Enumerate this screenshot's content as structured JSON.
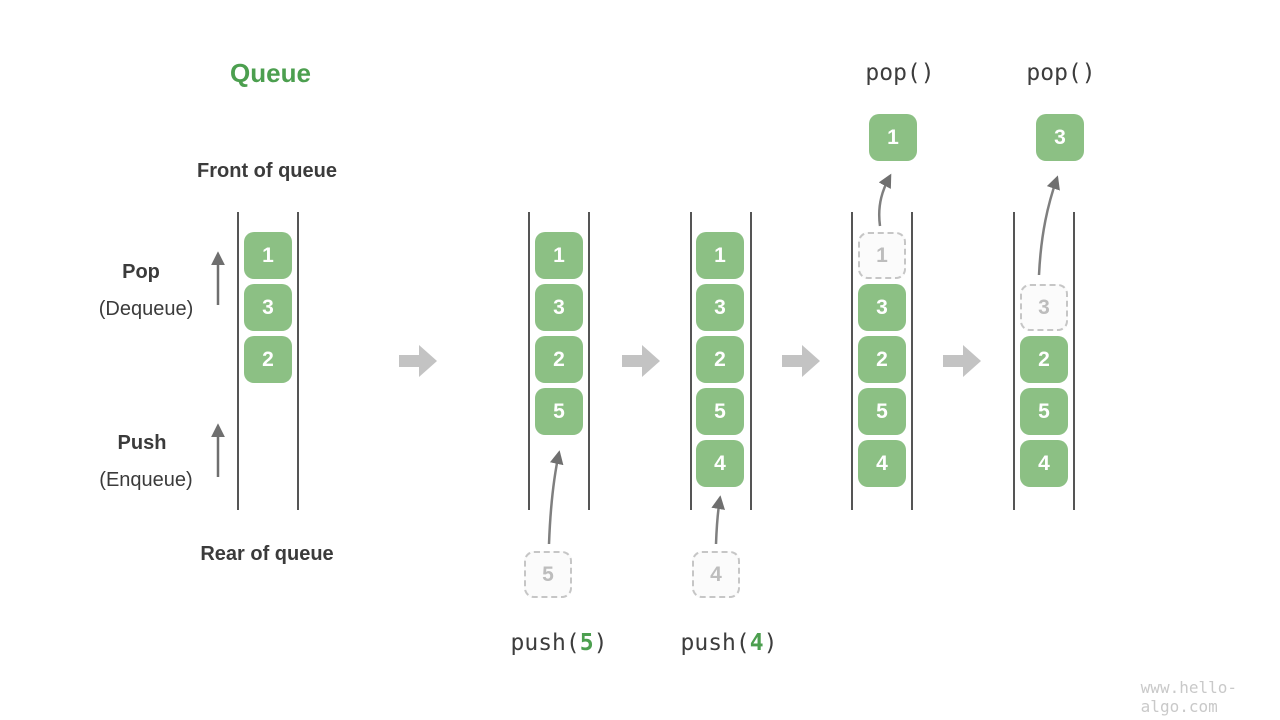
{
  "title": "Queue",
  "side_labels": {
    "front": "Front of queue",
    "rear": "Rear of queue",
    "pop": "Pop",
    "pop_sub": "(Dequeue)",
    "push": "Push",
    "push_sub": "(Enqueue)"
  },
  "operations": {
    "pop_first": "pop()",
    "pop_second": "pop()",
    "push_first": {
      "fn": "push(",
      "arg": "5",
      "close": ")"
    },
    "push_second": {
      "fn": "push(",
      "arg": "4",
      "close": ")"
    }
  },
  "popped_values": {
    "first": "1",
    "second": "3"
  },
  "pushed_values": {
    "first": "5",
    "second": "4"
  },
  "queue_states": [
    {
      "name": "initial",
      "cells": [
        "1",
        "3",
        "2"
      ]
    },
    {
      "name": "after-push-5",
      "cells": [
        "1",
        "3",
        "2",
        "5"
      ]
    },
    {
      "name": "after-push-4",
      "cells": [
        "1",
        "3",
        "2",
        "5",
        "4"
      ]
    },
    {
      "name": "pop-1-in-progress",
      "ghost": "1",
      "cells": [
        "3",
        "2",
        "5",
        "4"
      ]
    },
    {
      "name": "pop-3-in-progress",
      "ghost": "3",
      "cells": [
        "2",
        "5",
        "4"
      ]
    }
  ],
  "colors": {
    "cell_green": "#8cc084",
    "accent_green": "#4c9f4f",
    "text_dark": "#3b3b3b",
    "wall_gray": "#555555",
    "arrow_gray": "#7f7f7f",
    "block_arrow_gray": "#c3c3c3",
    "ghost_border": "#c6c6c6",
    "ghost_text": "#bdbdbd"
  },
  "watermark": "www.hello-algo.com"
}
